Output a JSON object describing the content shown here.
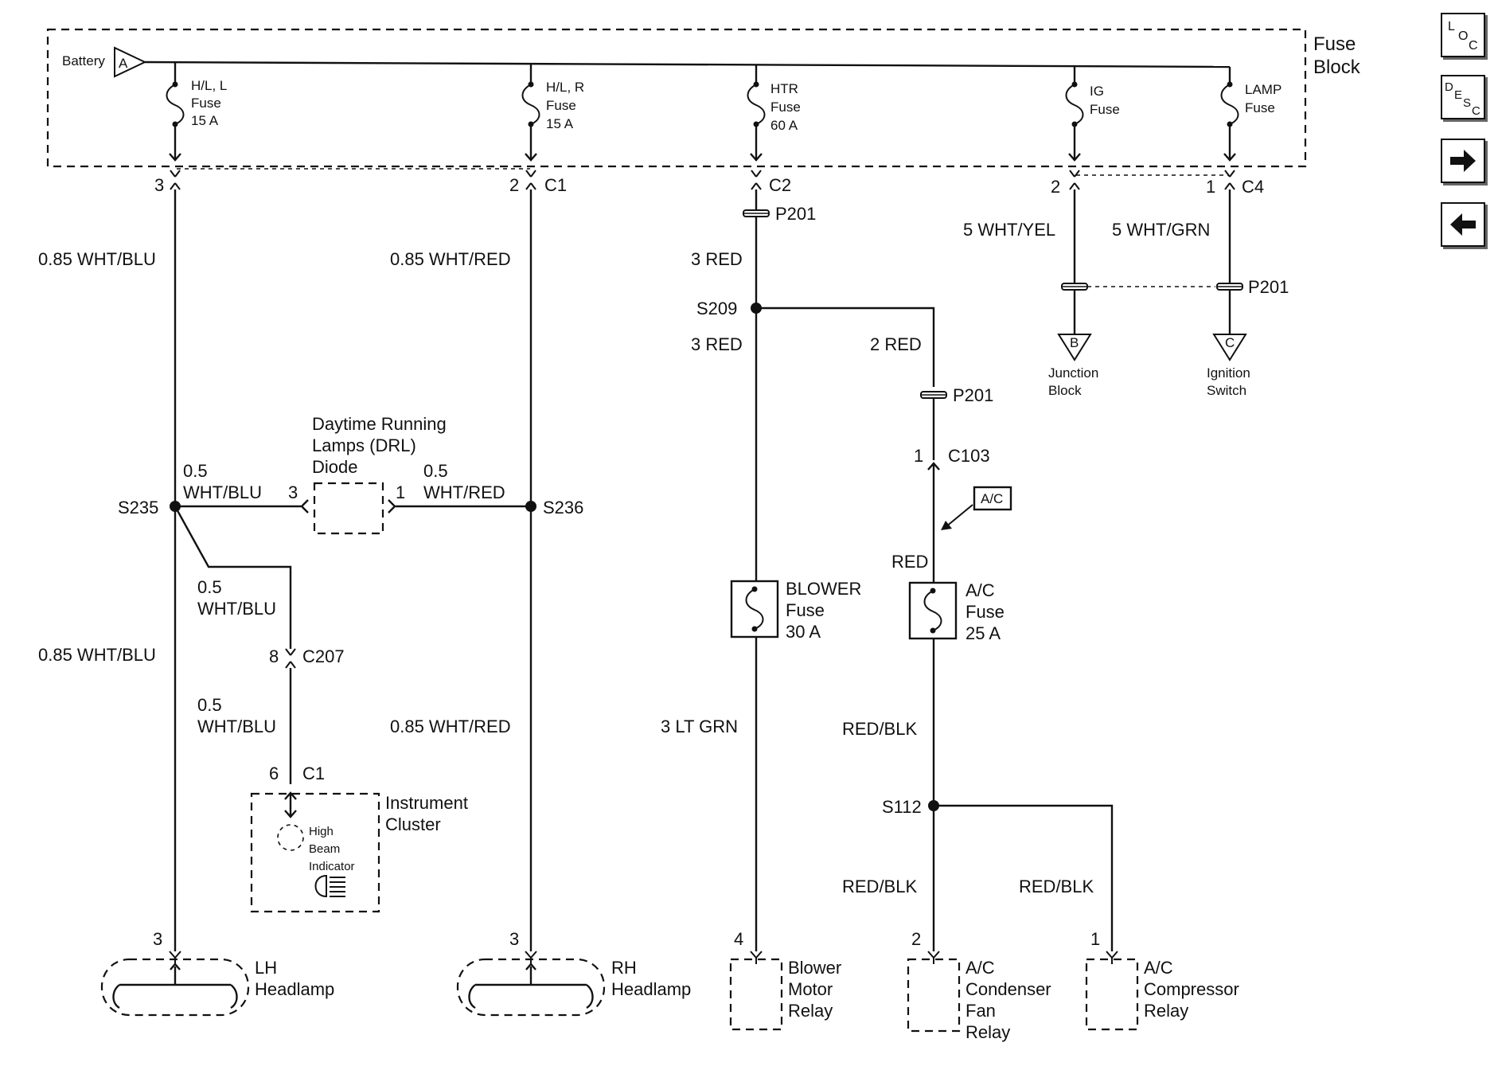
{
  "nav": {
    "loc": "LOC",
    "desc": "DESC",
    "next": "→",
    "prev": "←"
  },
  "fuse_block": {
    "line1": "Fuse",
    "line2": "Block"
  },
  "battery": {
    "label": "Battery",
    "conn": "A"
  },
  "fuses": {
    "hl_l": [
      "H/L, L",
      "Fuse",
      "15 A"
    ],
    "hl_r": [
      "H/L, R",
      "Fuse",
      "15 A"
    ],
    "htr": [
      "HTR",
      "Fuse",
      "60 A"
    ],
    "ig": [
      "IG",
      "Fuse"
    ],
    "lamp": [
      "LAMP",
      "Fuse"
    ]
  },
  "pins": {
    "lh_top": "3",
    "rh_top": "2",
    "c1": "C1",
    "c2": "C2",
    "ig_pin": "2",
    "lamp_pin": "1",
    "c4": "C4",
    "lh_bottom": "3",
    "rh_bottom": "3",
    "c207_pin": "8",
    "c207": "C207",
    "ic_pin": "6",
    "ic_conn": "C1",
    "c103_pin": "1",
    "c103": "C103",
    "drl_left_pin": "3",
    "drl_right_pin": "1",
    "blower_pin": "4",
    "cond_pin": "2",
    "comp_pin": "1"
  },
  "passthrough": {
    "htr": "P201",
    "ig_lamp": "P201",
    "ac": "P201"
  },
  "splices": {
    "s209": "S209",
    "s235": "S235",
    "s236": "S236",
    "s112": "S112"
  },
  "wires": {
    "lh_upper": "0.85 WHT/BLU",
    "rh_upper": "0.85 WHT/RED",
    "htr_1": "3 RED",
    "htr_2": "3 RED",
    "ac_feed": "2 RED",
    "ig_wire": "5 WHT/YEL",
    "lamp_wire": "5 WHT/GRN",
    "drl_left": [
      "0.5",
      "WHT/BLU"
    ],
    "drl_right": [
      "0.5",
      "WHT/RED"
    ],
    "to_c207": [
      "0.5",
      "WHT/BLU"
    ],
    "lh_lower": "0.85 WHT/BLU",
    "from_c207": [
      "0.5",
      "WHT/BLU"
    ],
    "rh_lower": "0.85 WHT/RED",
    "blower_out": "3 LT GRN",
    "ac_red": "RED",
    "ac_out": "RED/BLK",
    "to_cond": "RED/BLK",
    "to_comp": "RED/BLK"
  },
  "drl": [
    "Daytime Running",
    "Lamps (DRL)",
    "Diode"
  ],
  "ac_tag": "A/C",
  "blower_fuse": [
    "BLOWER",
    "Fuse",
    "30 A"
  ],
  "ac_fuse": [
    "A/C",
    "Fuse",
    "25 A"
  ],
  "junction_block": {
    "conn": "B",
    "line1": "Junction",
    "line2": "Block"
  },
  "ignition_switch": {
    "conn": "C",
    "line1": "Ignition",
    "line2": "Switch"
  },
  "instrument_cluster": {
    "line1": "Instrument",
    "line2": "Cluster",
    "ind1": "High",
    "ind2": "Beam",
    "ind3": "Indicator"
  },
  "lh_headlamp": [
    "LH",
    "Headlamp"
  ],
  "rh_headlamp": [
    "RH",
    "Headlamp"
  ],
  "blower_relay": [
    "Blower",
    "Motor",
    "Relay"
  ],
  "cond_relay": [
    "A/C",
    "Condenser",
    "Fan",
    "Relay"
  ],
  "comp_relay": [
    "A/C",
    "Compressor",
    "Relay"
  ]
}
